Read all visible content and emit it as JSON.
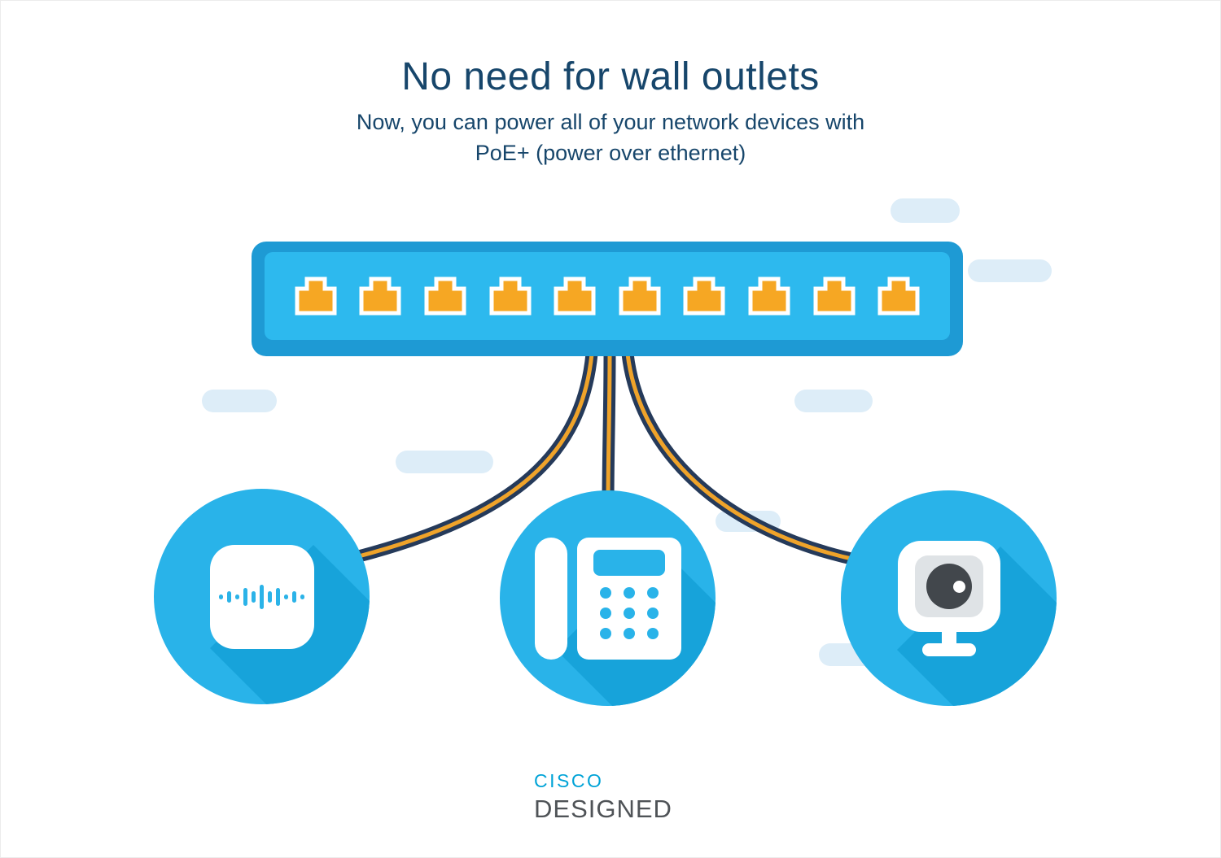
{
  "page": {
    "title": "No need for wall outlets",
    "subtitle_line1": "Now, you can power all of your network devices with",
    "subtitle_line2": "PoE+ (power over ethernet)"
  },
  "switch": {
    "id": "poe-switch",
    "ports_count": 10
  },
  "devices": [
    {
      "id": "wireless-access-point",
      "icon": "wireless-access-point-icon"
    },
    {
      "id": "ip-desk-phone",
      "icon": "desk-phone-icon"
    },
    {
      "id": "security-camera",
      "icon": "webcam-icon"
    }
  ],
  "cables": [
    {
      "id": "ethernet-cable-left",
      "from": "poe-switch",
      "to": "wireless-access-point"
    },
    {
      "id": "ethernet-cable-center",
      "from": "poe-switch",
      "to": "ip-desk-phone"
    },
    {
      "id": "ethernet-cable-right",
      "from": "poe-switch",
      "to": "security-camera"
    }
  ],
  "logo": {
    "brand": "CISCO",
    "tagline": "DESIGNED"
  },
  "colors": {
    "title_navy": "#17466b",
    "switch_frame_blue": "#1e9ad4",
    "switch_panel_blue": "#2db9ee",
    "port_orange": "#f6a723",
    "cable_navy": "#253a5a",
    "cable_stripe_orange": "#efa32a",
    "circle_blue": "#29b3e9",
    "circle_shadow_blue": "#17a3da",
    "decor_pill_blue": "#ddedf8",
    "cisco_blue": "#00a3d7",
    "designed_gray": "#4f5357",
    "lens_charcoal": "#42474c"
  }
}
